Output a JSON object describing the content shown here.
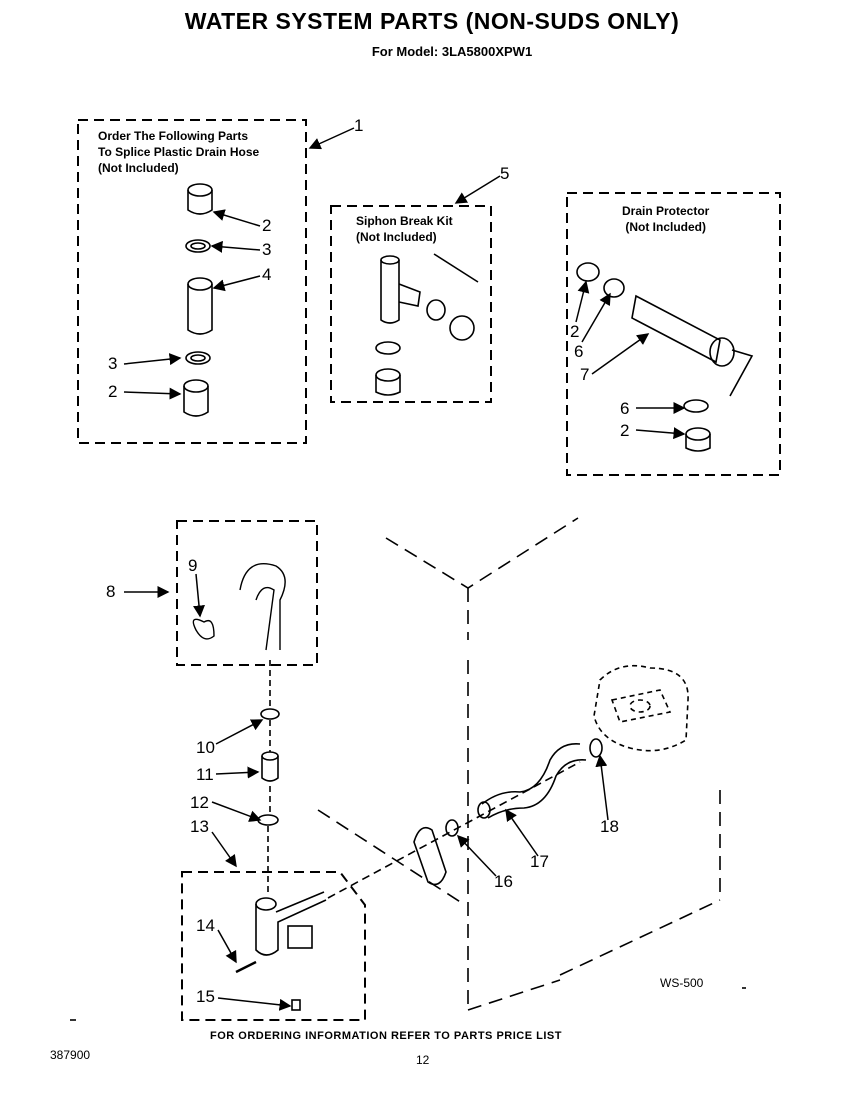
{
  "header": {
    "title": "WATER SYSTEM PARTS  (NON-SUDS ONLY)",
    "model": "For Model: 3LA5800XPW1"
  },
  "boxes": {
    "splice": {
      "line1": "Order The Following Parts",
      "line2": "To Splice Plastic Drain Hose",
      "line3": "(Not Included)"
    },
    "siphon": {
      "line1": "Siphon Break Kit",
      "line2": "(Not Included)"
    },
    "protector": {
      "line1": "Drain Protector",
      "line2": "(Not Included)"
    }
  },
  "callouts": {
    "c1": "1",
    "c2a": "2",
    "c3a": "3",
    "c4": "4",
    "c3b": "3",
    "c2b": "2",
    "c5": "5",
    "c2c": "2",
    "c6a": "6",
    "c7": "7",
    "c6b": "6",
    "c2d": "2",
    "c8": "8",
    "c9": "9",
    "c10": "10",
    "c11": "11",
    "c12": "12",
    "c13": "13",
    "c14": "14",
    "c15": "15",
    "c16": "16",
    "c17": "17",
    "c18": "18"
  },
  "footer": {
    "drawing_code": "WS-500",
    "ordering_note": "FOR ORDERING INFORMATION REFER TO PARTS PRICE LIST",
    "part_number": "387900",
    "page_number": "12"
  }
}
